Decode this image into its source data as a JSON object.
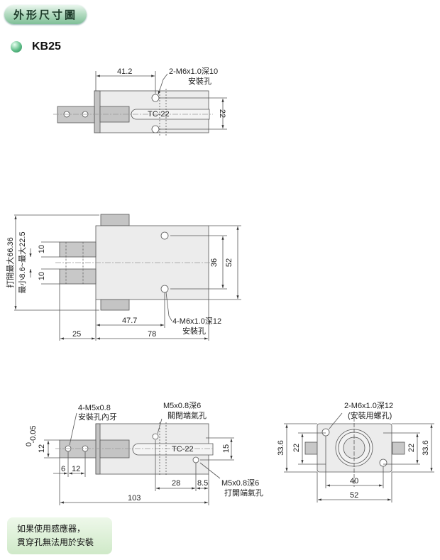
{
  "header": {
    "title": "外形尺寸圖",
    "model": "KB25"
  },
  "top_view": {
    "dim_41": "41.2",
    "hole_label": "2-M6x1.0深10",
    "hole_sub": "安裝孔",
    "dim_22": "22",
    "tag": "TC-22"
  },
  "front_view": {
    "open_max": "打開最大66.36",
    "range": "最小8.6~最大22.5",
    "dim_10a": "10",
    "dim_10b": "10",
    "dim_36": "36",
    "dim_52": "52",
    "dim_47": "47.7",
    "dim_78": "78",
    "dim_25": "25",
    "hole_label": "4-M6x1.0深12",
    "hole_sub": "安裝孔"
  },
  "side_view": {
    "rod_label": "4-M5x0.8",
    "rod_sub": "安裝孔內牙",
    "close_port": "M5x0.8深6",
    "close_sub": "關閉端氣孔",
    "open_port": "M5x0.8深6",
    "open_sub": "打開端氣孔",
    "dim_12": "12",
    "tol_upper": "0",
    "tol_lower": "-0.05",
    "dim_15": "15",
    "dim_6": "6",
    "dim_12b": "12",
    "dim_28": "28",
    "dim_85": "8.5",
    "dim_103": "103",
    "tag": "TC-22"
  },
  "end_view": {
    "hole_label": "2-M6x1.0深12",
    "hole_sub": "(安裝用螺孔)",
    "dim_336a": "33.6",
    "dim_22a": "22",
    "dim_22b": "22",
    "dim_336b": "33.6",
    "dim_40": "40",
    "dim_52": "52"
  },
  "note": {
    "line1": "如果使用感應器，",
    "line2": "貫穿孔無法用於安裝"
  }
}
